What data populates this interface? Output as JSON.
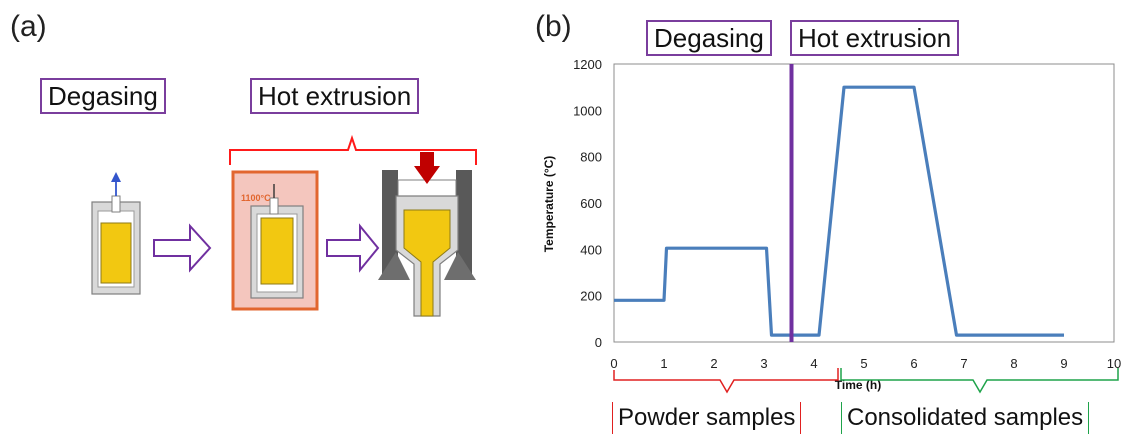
{
  "panel_a": {
    "label": "(a)",
    "degasing_label": "Degasing",
    "hot_extrusion_label": "Hot extrusion",
    "furnace_temperature": "1100°C"
  },
  "panel_b": {
    "label": "(b)",
    "degasing_label": "Degasing",
    "hot_extrusion_label": "Hot extrusion",
    "powder_samples_label": "Powder samples",
    "consolidated_samples_label": "Consolidated samples"
  },
  "colors": {
    "line": "#4a7ebb",
    "divider": "#7030a0",
    "box_border": "#7a3e9d",
    "powder_brace": "#e02020",
    "consolidated_brace": "#1ea34a",
    "sample": "#f2c811",
    "furnace": "#f4c6be",
    "furnace_border": "#e2662f",
    "press_arrow": "#c00000"
  },
  "chart_data": {
    "type": "line",
    "xlabel": "Time (h)",
    "ylabel": "Temperature (°C)",
    "xlim": [
      0,
      10
    ],
    "ylim": [
      0,
      1200
    ],
    "x_ticks": [
      0,
      1,
      2,
      3,
      4,
      5,
      6,
      7,
      8,
      9,
      10
    ],
    "y_ticks": [
      0,
      200,
      400,
      600,
      800,
      1000,
      1200
    ],
    "series": [
      {
        "x": [
          0,
          1,
          1.05,
          3.05,
          3.15,
          4.1,
          4.6,
          6.0,
          6.85,
          9
        ],
        "y": [
          180,
          180,
          405,
          405,
          30,
          30,
          1100,
          1100,
          30,
          30
        ]
      }
    ],
    "divider_x": 3.55,
    "grid": false,
    "legend": "none"
  }
}
